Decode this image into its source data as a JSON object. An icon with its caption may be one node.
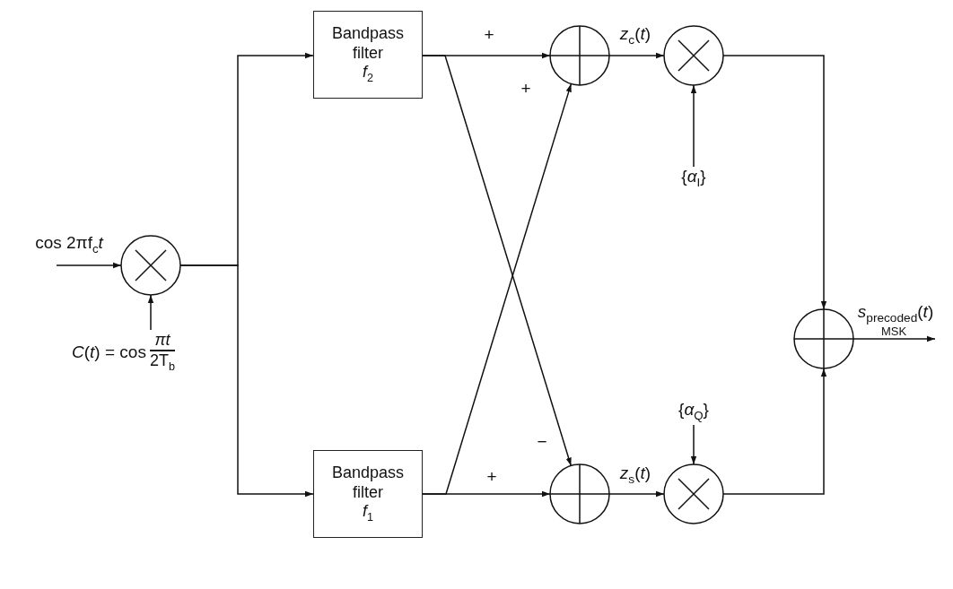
{
  "diagram": {
    "nodes": [
      {
        "text": [
          "cos 2πf$_{c}$*t*"
        ]
      },
      {
        "text": [],
        "shape": "circle"
      },
      {
        "text": [
          "*C*(*t*) = cos",
          "*πt*",
          "2T$_{b}$"
        ]
      },
      {
        "text": [
          "Bandpass filter",
          "*f*$_{2}$"
        ]
      },
      {
        "text": [
          "Bandpass filter",
          "*f*$_{1}$"
        ]
      },
      {
        "text": [],
        "shape": "circle"
      },
      {
        "text": [],
        "shape": "circle"
      },
      {
        "text": [
          "{*α*$_{I}$}"
        ]
      },
      {
        "text": [],
        "shape": "circle"
      },
      {
        "text": [],
        "shape": "circle"
      },
      {
        "text": [
          "{*α*$_{Q}$}"
        ]
      },
      {
        "text": [],
        "shape": "circle"
      }
    ],
    "edges": [
      {
        "from": 0,
        "to": 1,
        "arrow": "to"
      },
      {
        "from": 2,
        "to": 1,
        "arrow": "to"
      },
      {
        "from": 1,
        "to": 3,
        "arrow": "to"
      },
      {
        "from": 1,
        "to": 4,
        "arrow": "to"
      },
      {
        "from": 3,
        "to": 5,
        "arrow": "to"
      },
      {
        "from": 3,
        "to": 8,
        "arrow": "to"
      },
      {
        "from": 4,
        "to": 5,
        "arrow": "to"
      },
      {
        "from": 4,
        "to": 8,
        "arrow": "to"
      },
      {
        "from": 5,
        "to": 6,
        "arrow": "to",
        "label": "*z*$_{c}$(*t*)"
      },
      {
        "from": 7,
        "to": 6,
        "arrow": "to"
      },
      {
        "from": 6,
        "to": 11,
        "arrow": "to"
      },
      {
        "from": 8,
        "to": 9,
        "arrow": "to",
        "label": "*z*$_{s}$(*t*)"
      },
      {
        "from": 10,
        "to": 9,
        "arrow": "to"
      },
      {
        "from": 9,
        "to": 11,
        "arrow": "to"
      },
      {
        "from": 11,
        "to": null,
        "arrow": "to",
        "label": "*s*$_{precoded}$(*t*)"
      }
    ],
    "labels": [
      "+",
      "+",
      "MSK",
      "−",
      "+"
    ]
  }
}
